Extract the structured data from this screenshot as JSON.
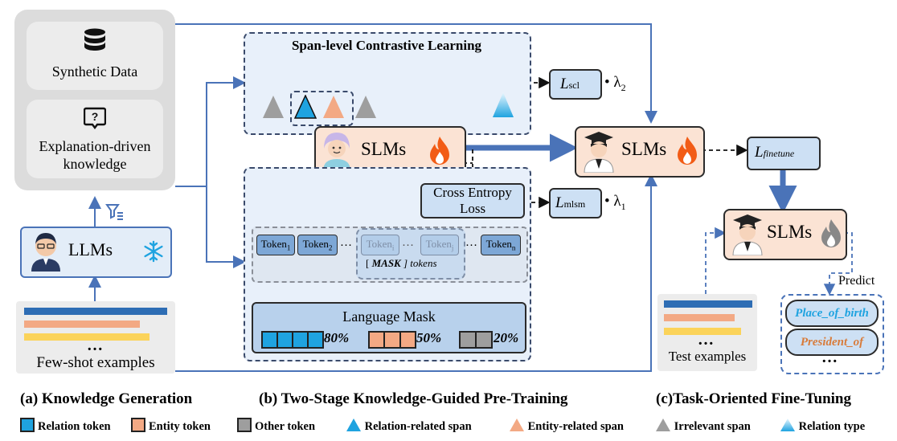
{
  "colors": {
    "relation": "#1fa3e0",
    "entity": "#f3a984",
    "other": "#9e9e9e",
    "panel_blue": "#e8f0fa",
    "slm_fill": "#fbe3d4",
    "arrow_blue": "#4a73b8"
  },
  "knowledge_generation": {
    "synthetic_data": "Synthetic Data",
    "explanation_line1": "Explanation-driven",
    "explanation_line2": "knowledge",
    "llms": "LLMs",
    "few_shot": "Few-shot examples",
    "ellipsis": "…"
  },
  "pretraining": {
    "span_title": "Span-level Contrastive Learning",
    "slms": "SLMs",
    "cross_entropy_line1": "Cross Entropy",
    "cross_entropy_line2": "Loss",
    "loss_scl_main": "L",
    "loss_scl_sub": "scl",
    "lambda2": "• λ",
    "lambda2_sub": "2",
    "loss_mlsm_main": "L",
    "loss_mlsm_sub": "mlsm",
    "lambda1": "• λ",
    "lambda1_sub": "1",
    "tokens": [
      "Token",
      "Token",
      "Token",
      "Token",
      "Token"
    ],
    "token_subs": [
      "1",
      "2",
      "i",
      "j",
      "n"
    ],
    "dots": "…",
    "mask_label_open": "[ ",
    "mask_label_bold": "MASK",
    "mask_label_close": " ] tokens",
    "language_mask": "Language Mask",
    "pct_relation": "80%",
    "pct_entity": "50%",
    "pct_other": "20%"
  },
  "finetuning": {
    "slms_top": "SLMs",
    "loss_main": "L",
    "loss_sub": "finetune",
    "slms_bottom": "SLMs",
    "predict": "Predict",
    "label1": "Place_of_birth",
    "label2": "President_of",
    "ellipsis": "…",
    "test_examples": "Test examples"
  },
  "captions": {
    "a": "(a) Knowledge Generation",
    "b": "(b) Two-Stage Knowledge-Guided Pre-Training",
    "c": "(c)Task-Oriented Fine-Tuning"
  },
  "legend": {
    "relation_token": "Relation token",
    "entity_token": "Entity token",
    "other_token": "Other token",
    "relation_span": "Relation-related span",
    "entity_span": "Entity-related span",
    "irrelevant_span": "Irrelevant span",
    "relation_type": "Relation type"
  }
}
